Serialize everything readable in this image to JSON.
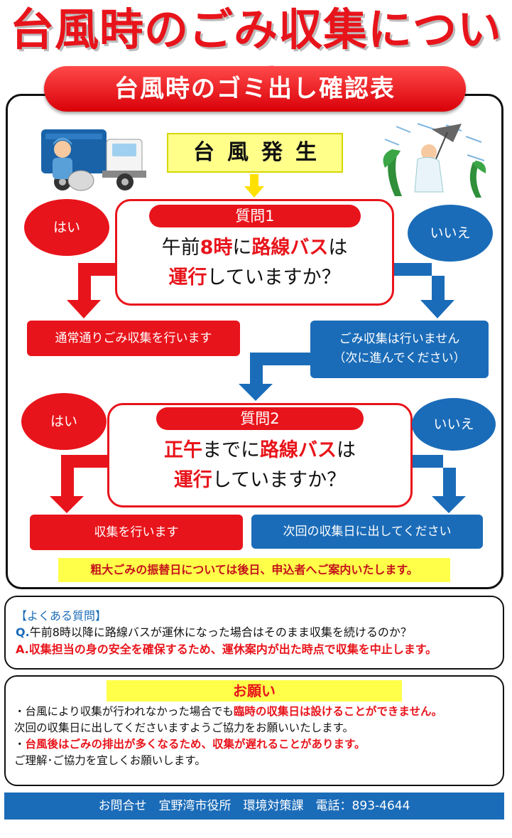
{
  "title": "台風時のごみ収集について",
  "subtitle": "台風時のゴミ出し確認表",
  "start": "台風発生",
  "question1": {
    "label": "質問1",
    "line1_a": "午前",
    "line1_num": "8",
    "line1_b": "時",
    "line1_c": "に",
    "line1_d": "路線バス",
    "line1_e": "は",
    "line2_a": "運行",
    "line2_b": "していますか？"
  },
  "question2": {
    "label": "質問2",
    "line1_a": "正午",
    "line1_b": "までに",
    "line1_c": "路線バス",
    "line1_d": "は",
    "line2_a": "運行",
    "line2_b": "していますか？"
  },
  "answers": {
    "yes": "はい",
    "no": "いいえ"
  },
  "results": {
    "normal": "通常通りごみ収集を行います",
    "none_line1": "ごみ収集は行いません",
    "none_line2": "（次に進んでください）",
    "collect": "収集を行います",
    "next_day": "次回の収集日に出してください"
  },
  "notice": "粗大ごみの振替日については後日、申込者へご案内いたします。",
  "faq": {
    "heading": "【よくある質問】",
    "q_mark": "Q.",
    "q_text": "午前8時以降に路線バスが運休になった場合はそのまま収集を続けるのか？",
    "a_mark": "A.",
    "a_text": "収集担当の身の安全を確保するため、運休案内が出た時点で収集を中止します。"
  },
  "request": {
    "heading": "お願い",
    "line1_a": "・台風により収集が行われなかった場合でも",
    "line1_b": "臨時の収集日は設けることができません。",
    "line2": "次回の収集日に出してくださいますようご協力をお願いいたします。",
    "line3_a": "・",
    "line3_b": "台風後はごみの排出が多くなるため、収集が遅れることがあります。",
    "line4": "ご理解･ご協力を宜しくお願いします。"
  },
  "footer": "お問合せ　宜野湾市役所　環境対策課　電話：893-4644",
  "colors": {
    "red": "#e8141b",
    "blue": "#1b6cb8",
    "yellow": "#ffff4a",
    "start_yellow": "#ffff8a"
  },
  "icons": {
    "truck": "garbage-truck-illustration",
    "storm": "typhoon-person-illustration"
  }
}
